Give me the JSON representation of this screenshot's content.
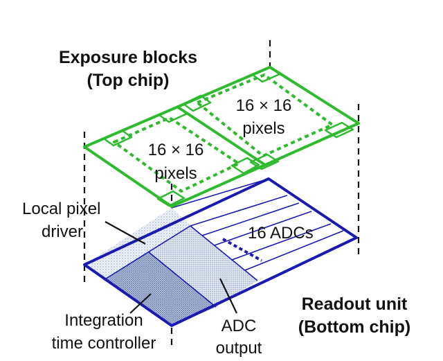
{
  "colors": {
    "top_chip": "#2dbb2d",
    "bottom_chip": "#1a1ab3",
    "guide": "#111111",
    "fill_light": "#dfe8f4",
    "fill_mid": "#cbd6e6",
    "fill_dark": "#9fb0cf"
  },
  "top_chip": {
    "title_line1": "Exposure blocks",
    "title_line2": "(Top chip)",
    "block_left_line1": "16 × 16",
    "block_left_line2": "pixels",
    "block_right_line1": "16 × 16",
    "block_right_line2": "pixels"
  },
  "bottom_chip": {
    "title_line1": "Readout unit",
    "title_line2": "(Bottom chip)",
    "adcs": "16 ADCs"
  },
  "callouts": {
    "local_driver_line1": "Local pixel",
    "local_driver_line2": "driver",
    "integration_line1": "Integration",
    "integration_line2": "time controller",
    "adc_output_line1": "ADC",
    "adc_output_line2": "output"
  }
}
